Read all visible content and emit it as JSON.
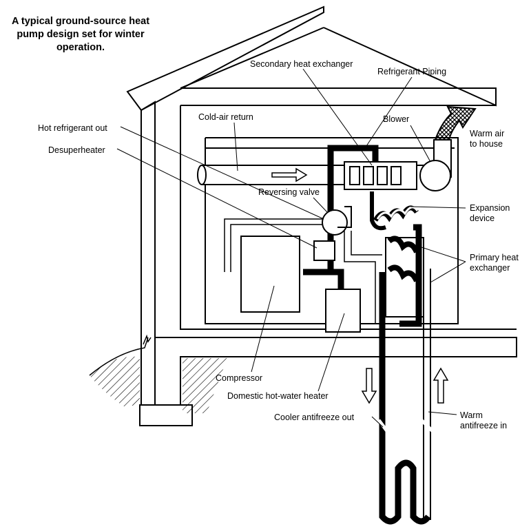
{
  "title": "A typical ground-source heat pump design set for winter operation.",
  "labels": {
    "secondary_heat_exchanger": "Secondary heat exchanger",
    "refrigerant_piping": "Refrigerant Piping",
    "cold_air_return": "Cold-air return",
    "blower": "Blower",
    "warm_air_1": "Warm air",
    "warm_air_2": "to house",
    "hot_refrigerant_out": "Hot refrigerant out",
    "desuperheater": "Desuperheater",
    "reversing_valve": "Reversing valve",
    "expansion_1": "Expansion",
    "expansion_2": "device",
    "primary_1": "Primary heat",
    "primary_2": "exchanger",
    "compressor": "Compressor",
    "domestic_hot_water": "Domestic hot-water heater",
    "cooler_antifreeze": "Cooler antifreeze out",
    "warm_antifreeze_1": "Warm",
    "warm_antifreeze_2": "antifreeze in"
  },
  "colors": {
    "line": "#000000",
    "background": "#ffffff"
  }
}
